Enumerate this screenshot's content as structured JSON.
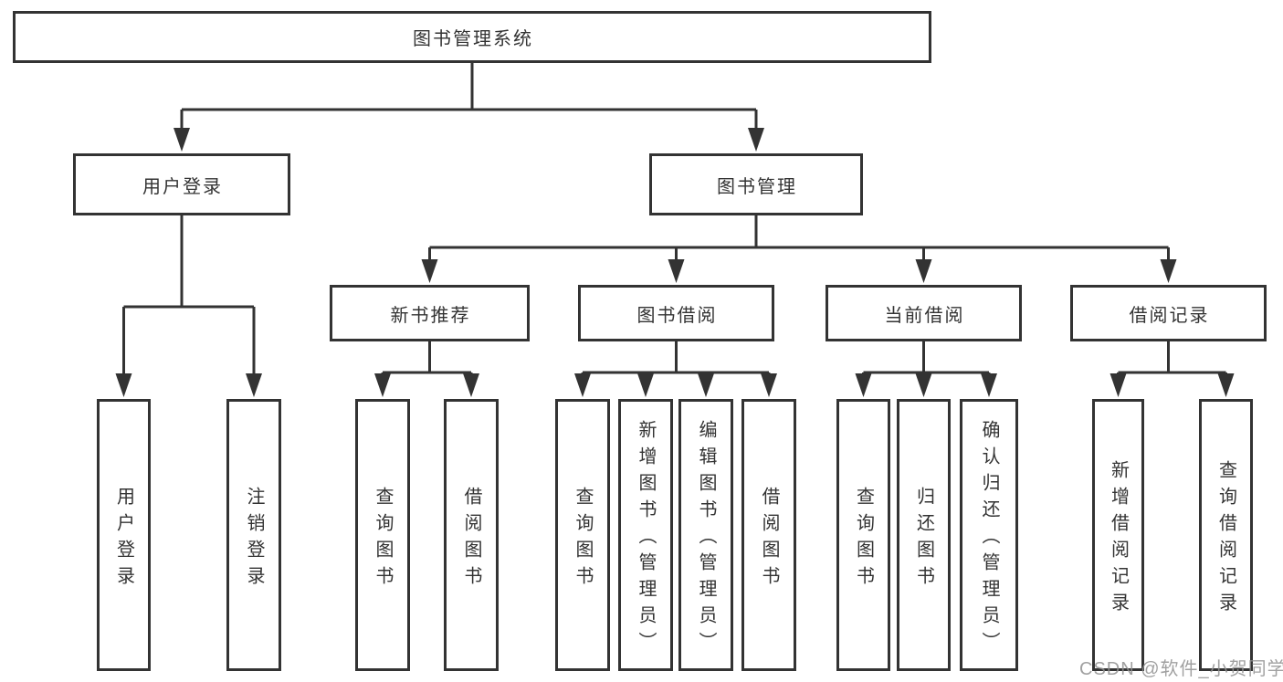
{
  "tree": {
    "root": {
      "label": "图书管理系统",
      "children": [
        {
          "label": "用户登录",
          "children": [
            {
              "label": "用户登录"
            },
            {
              "label": "注销登录"
            }
          ]
        },
        {
          "label": "图书管理",
          "children": [
            {
              "label": "新书推荐",
              "children": [
                {
                  "label": "查询图书"
                },
                {
                  "label": "借阅图书"
                }
              ]
            },
            {
              "label": "图书借阅",
              "children": [
                {
                  "label": "查询图书"
                },
                {
                  "label": "新增图书（管理员）"
                },
                {
                  "label": "编辑图书（管理员）"
                },
                {
                  "label": "借阅图书"
                }
              ]
            },
            {
              "label": "当前借阅",
              "children": [
                {
                  "label": "查询图书"
                },
                {
                  "label": "归还图书"
                },
                {
                  "label": "确认归还（管理员）"
                }
              ]
            },
            {
              "label": "借阅记录",
              "children": [
                {
                  "label": "新增借阅记录"
                },
                {
                  "label": "查询借阅记录"
                }
              ]
            }
          ]
        }
      ]
    }
  },
  "watermark": {
    "text": "CSDN @软件_小贺同学"
  },
  "colors": {
    "line": "#333333",
    "text": "#333333",
    "box_fill": "#ffffff",
    "watermark": "#999999"
  }
}
